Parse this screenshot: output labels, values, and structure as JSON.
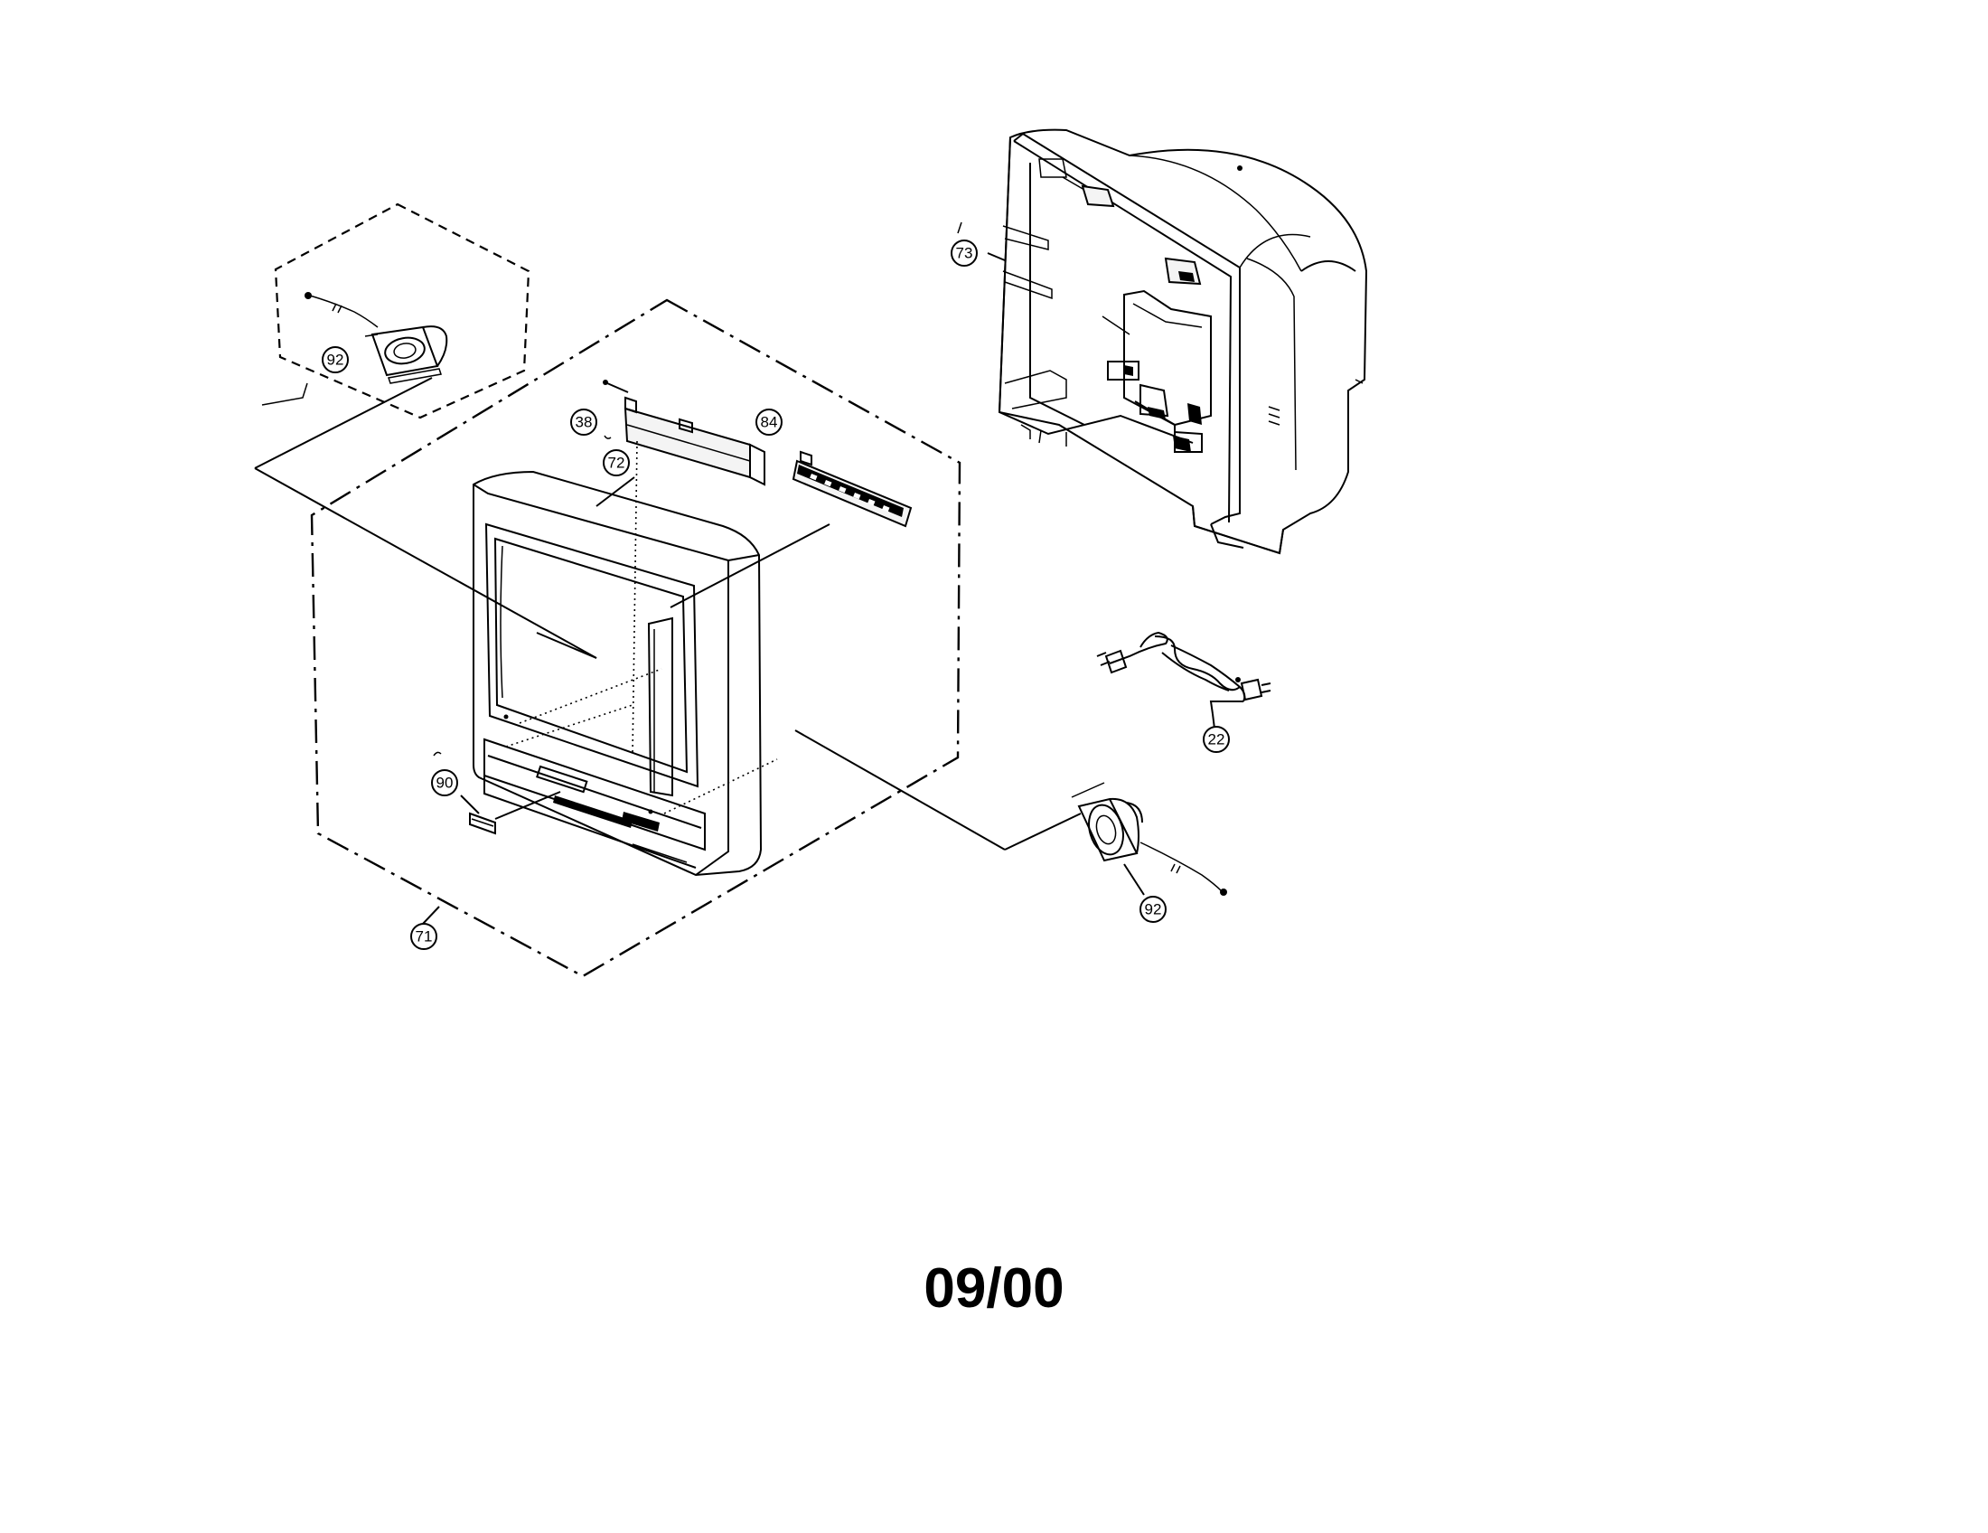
{
  "callouts": {
    "speaker_left": "92",
    "screw": "38",
    "bracket": "72",
    "button_panel": "84",
    "back_cabinet": "73",
    "power_cord": "22",
    "badge": "90",
    "front_cabinet": "71",
    "speaker_right": "92"
  },
  "date_code": "09/00"
}
